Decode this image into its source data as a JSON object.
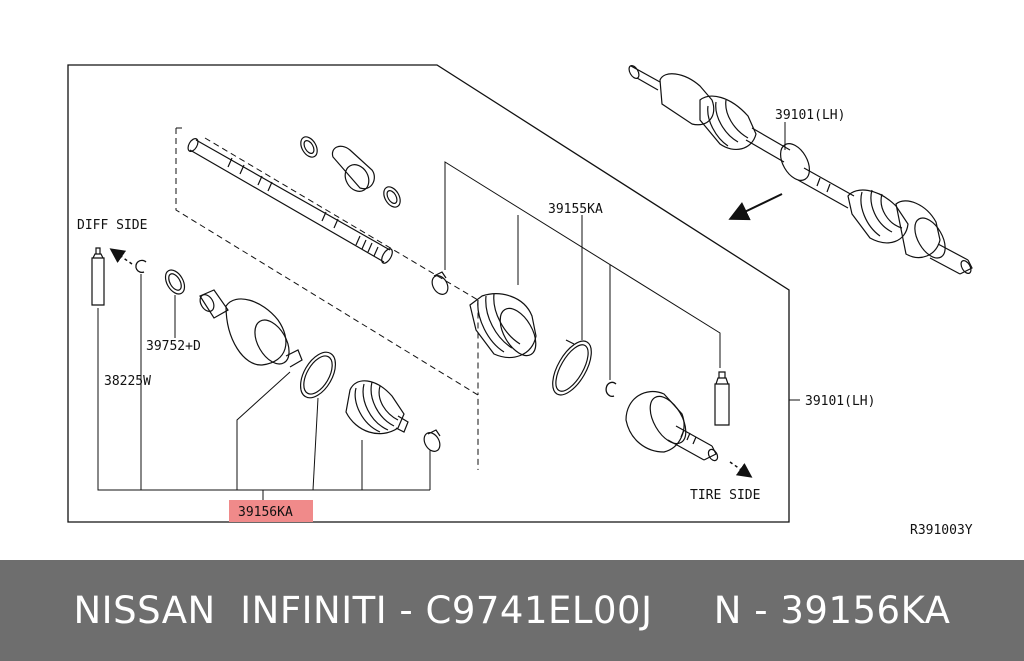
{
  "diagram": {
    "labels": {
      "diff_side": "DIFF SIDE",
      "tire_side": "TIRE SIDE",
      "part_39101_lh_top": "39101(LH)",
      "part_39101_lh_right": "39101(LH)",
      "part_39155ka": "39155KA",
      "part_39752d": "39752+D",
      "part_38225w": "38225W",
      "part_39156ka": "39156KA",
      "figure_ref": "R391003Y"
    },
    "highlight_color": "#f08a8a"
  },
  "footer": {
    "text": "NISSAN  INFINITI - C9741EL00J     N - 39156KA",
    "background": "#6e6e6e"
  }
}
